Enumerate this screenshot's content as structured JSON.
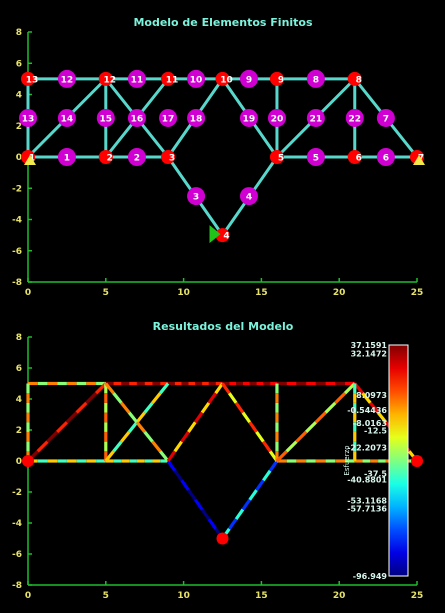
{
  "chart_data": [
    {
      "type": "scatter",
      "title": "Modelo de Elementos Finitos",
      "xlim": [
        0,
        25
      ],
      "ylim": [
        -8,
        8
      ],
      "xticks": [
        "0",
        "5",
        "10",
        "15",
        "20",
        "25"
      ],
      "yticks": [
        "-8",
        "-6",
        "-4",
        "-2",
        "0",
        "2",
        "4",
        "6",
        "8"
      ],
      "nodes": [
        {
          "label": "1",
          "x": 0,
          "y": 0
        },
        {
          "label": "2",
          "x": 5,
          "y": 0
        },
        {
          "label": "3",
          "x": 9,
          "y": 0
        },
        {
          "label": "4",
          "x": 12.5,
          "y": -5
        },
        {
          "label": "5",
          "x": 16,
          "y": 0
        },
        {
          "label": "6",
          "x": 21,
          "y": 0
        },
        {
          "label": "7",
          "x": 25,
          "y": 0
        },
        {
          "label": "8",
          "x": 21,
          "y": 5
        },
        {
          "label": "9",
          "x": 16,
          "y": 5
        },
        {
          "label": "10",
          "x": 12.5,
          "y": 5
        },
        {
          "label": "11",
          "x": 9,
          "y": 5
        },
        {
          "label": "12",
          "x": 5,
          "y": 5
        },
        {
          "label": "13",
          "x": 0,
          "y": 5
        }
      ],
      "elements": [
        {
          "label": "1",
          "x": 2.5,
          "y": 0
        },
        {
          "label": "2",
          "x": 7,
          "y": 0
        },
        {
          "label": "3",
          "x": 10.8,
          "y": -2.5
        },
        {
          "label": "4",
          "x": 14.2,
          "y": -2.5
        },
        {
          "label": "5",
          "x": 18.5,
          "y": 0
        },
        {
          "label": "6",
          "x": 23,
          "y": 0
        },
        {
          "label": "7",
          "x": 23,
          "y": 2.5
        },
        {
          "label": "8",
          "x": 18.5,
          "y": 5
        },
        {
          "label": "9",
          "x": 14.2,
          "y": 5
        },
        {
          "label": "10",
          "x": 10.8,
          "y": 5
        },
        {
          "label": "11",
          "x": 7,
          "y": 5
        },
        {
          "label": "12",
          "x": 2.5,
          "y": 5
        },
        {
          "label": "13",
          "x": 0,
          "y": 2.5
        },
        {
          "label": "14",
          "x": 2.5,
          "y": 2.5
        },
        {
          "label": "15",
          "x": 5,
          "y": 2.5
        },
        {
          "label": "16",
          "x": 7,
          "y": 2.5
        },
        {
          "label": "17",
          "x": 9,
          "y": 2.5
        },
        {
          "label": "18",
          "x": 10.8,
          "y": 2.5
        },
        {
          "label": "19",
          "x": 14.2,
          "y": 2.5
        },
        {
          "label": "20",
          "x": 16,
          "y": 2.5
        },
        {
          "label": "21",
          "x": 18.5,
          "y": 2.5
        },
        {
          "label": "22",
          "x": 21,
          "y": 2.5
        }
      ],
      "members": [
        [
          0,
          0,
          5,
          0
        ],
        [
          5,
          0,
          9,
          0
        ],
        [
          9,
          0,
          12.5,
          -5
        ],
        [
          12.5,
          -5,
          16,
          0
        ],
        [
          16,
          0,
          21,
          0
        ],
        [
          21,
          0,
          25,
          0
        ],
        [
          21,
          5,
          25,
          0
        ],
        [
          16,
          5,
          21,
          5
        ],
        [
          12.5,
          5,
          16,
          5
        ],
        [
          9,
          5,
          12.5,
          5
        ],
        [
          5,
          5,
          9,
          5
        ],
        [
          0,
          5,
          5,
          5
        ],
        [
          0,
          0,
          0,
          5
        ],
        [
          0,
          0,
          5,
          5
        ],
        [
          5,
          0,
          5,
          5
        ],
        [
          5,
          0,
          9,
          5
        ],
        [
          5,
          5,
          9,
          0
        ],
        [
          9,
          0,
          12.5,
          5
        ],
        [
          12.5,
          5,
          16,
          0
        ],
        [
          16,
          0,
          16,
          5
        ],
        [
          16,
          0,
          21,
          5
        ],
        [
          21,
          0,
          21,
          5
        ]
      ]
    },
    {
      "type": "heatmap",
      "title": "Resultados del Modelo",
      "xlim": [
        0,
        25
      ],
      "ylim": [
        -8,
        8
      ],
      "xticks": [
        "0",
        "5",
        "10",
        "15",
        "20",
        "25"
      ],
      "yticks": [
        "-8",
        "-6",
        "-4",
        "-2",
        "0",
        "2",
        "4",
        "6",
        "8"
      ],
      "colorbar_title": "Esfuerzo",
      "colorbar_range": [
        -96.949,
        37.1591
      ],
      "colorbar_ticks": [
        "37.1591",
        "32.1472",
        "8.0973",
        "-0.54436",
        "-8.0163",
        "-12.5",
        "-22.2073",
        "-37.5",
        "-40.8801",
        "-53.1168",
        "-57.7136",
        "-96.949"
      ],
      "member_stress": [
        [
          0,
          0,
          5,
          0,
          -22.2
        ],
        [
          5,
          0,
          9,
          0,
          -22.2
        ],
        [
          9,
          0,
          12.5,
          -5,
          -96.9
        ],
        [
          12.5,
          -5,
          16,
          0,
          -57.7
        ],
        [
          16,
          0,
          21,
          0,
          -12.5
        ],
        [
          21,
          0,
          25,
          0,
          -12.5
        ],
        [
          21,
          5,
          25,
          0,
          8.1
        ],
        [
          16,
          5,
          21,
          5,
          37.2
        ],
        [
          12.5,
          5,
          16,
          5,
          37.2
        ],
        [
          9,
          5,
          12.5,
          5,
          32.1
        ],
        [
          5,
          5,
          9,
          5,
          32.1
        ],
        [
          0,
          5,
          5,
          5,
          -12.5
        ],
        [
          0,
          0,
          0,
          5,
          -12.5
        ],
        [
          0,
          0,
          5,
          5,
          32.1
        ],
        [
          5,
          0,
          5,
          5,
          -8.0
        ],
        [
          5,
          0,
          9,
          5,
          -22.2
        ],
        [
          5,
          5,
          9,
          0,
          -12.5
        ],
        [
          9,
          0,
          12.5,
          5,
          8.1
        ],
        [
          12.5,
          5,
          16,
          0,
          -0.5
        ],
        [
          16,
          0,
          16,
          5,
          -12.5
        ],
        [
          16,
          0,
          21,
          5,
          -8.0
        ],
        [
          21,
          0,
          21,
          5,
          -22.2
        ]
      ],
      "nodes": [
        [
          0,
          0
        ],
        [
          12.5,
          -5
        ],
        [
          25,
          0
        ]
      ]
    }
  ]
}
